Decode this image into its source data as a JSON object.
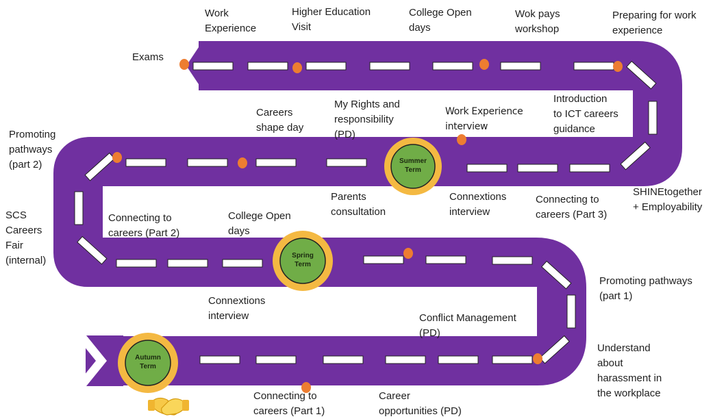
{
  "colors": {
    "road": "#7030a0",
    "dash": "#ffffff",
    "milestone_dot": "#ed7d31",
    "term_ring": "#f4b942",
    "term_center": "#70ad47"
  },
  "terms": {
    "autumn": "Autumn\nTerm",
    "spring": "Spring\nTerm",
    "summer": "Summer\nTerm"
  },
  "icons": {
    "start": "handshake-icon"
  },
  "labels": {
    "work_experience": "Work\nExperience",
    "higher_education_visit": "Higher Education\nVisit",
    "college_open_days_top": "College Open\ndays",
    "wok_pays_workshop": "Wok pays\nworkshop",
    "preparing_for_work_experience": "Preparing for work\nexperience",
    "exams": "Exams",
    "careers_shape_day": "Careers\nshape day",
    "my_rights_and_responsibility": "My Rights and\nresponsibility\n(PD)",
    "work_experience_interview": "Work Experience\ninterview",
    "introduction_to_ict": "Introduction\nto ICT careers\nguidance",
    "promoting_pathways_part2": "Promoting\npathways\n(part 2)",
    "parents_consultation": "Parents\nconsultation",
    "connexions_interview_upper": "Connextions\ninterview",
    "connecting_to_careers_part3": "Connecting to\ncareers (Part 3)",
    "shinetogether": "SHINEtogether\n+ Employability",
    "scs_careers_fair": "SCS\nCareers\nFair\n(internal)",
    "connecting_to_careers_part2": "Connecting to\ncareers (Part 2)",
    "college_open_days_middle": "College Open\ndays",
    "connexions_interview_lower": "Connextions\ninterview",
    "promoting_pathways_part1": "Promoting pathways\n(part 1)",
    "conflict_management": "Conflict Management\n(PD)",
    "understand_about_harassment": "Understand\nabout\nharassment in\nthe workplace",
    "connecting_to_careers_part1": "Connecting to\ncareers (Part 1)",
    "career_opportunities": "Career\nopportunities (PD)"
  }
}
